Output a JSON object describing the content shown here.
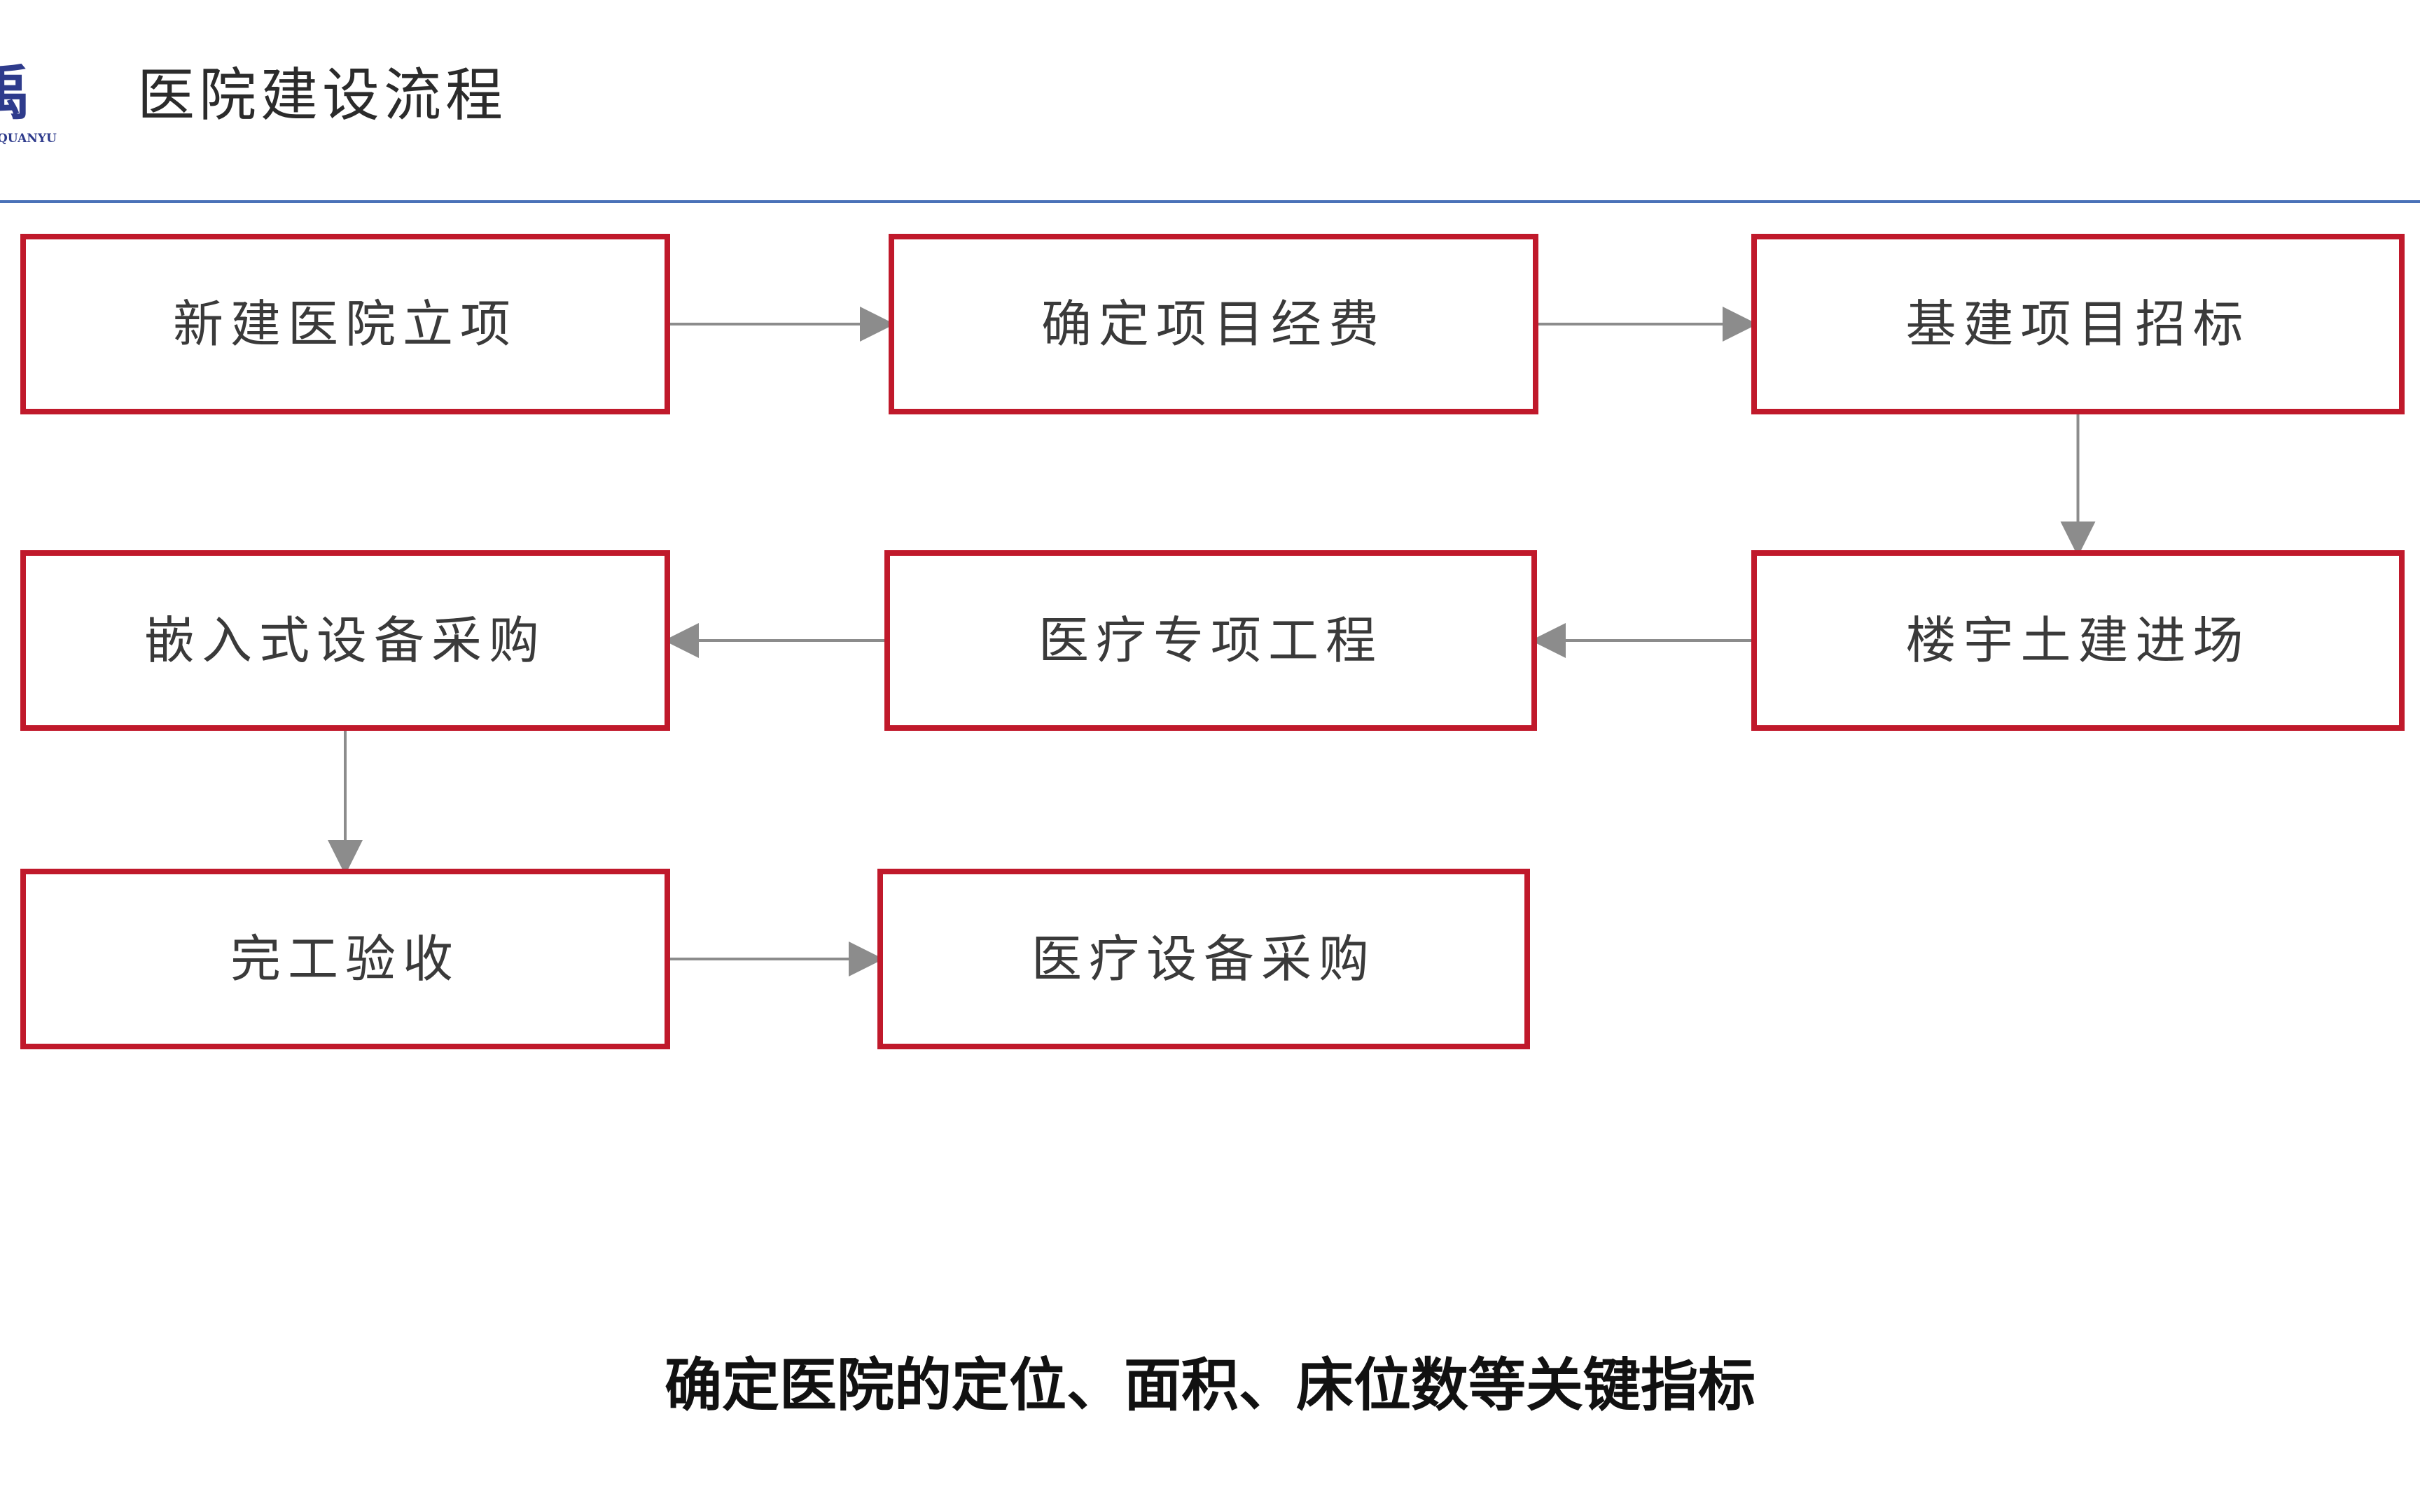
{
  "header": {
    "logo": {
      "mark": "禹",
      "sub": "QUANYU"
    },
    "title": "医院建设流程"
  },
  "flow": {
    "steps": [
      {
        "id": "s1",
        "label": "新建医院立项"
      },
      {
        "id": "s2",
        "label": "确定项目经费"
      },
      {
        "id": "s3",
        "label": "基建项目招标"
      },
      {
        "id": "s4",
        "label": "楼宇土建进场"
      },
      {
        "id": "s5",
        "label": "医疗专项工程"
      },
      {
        "id": "s6",
        "label": "嵌入式设备采购"
      },
      {
        "id": "s7",
        "label": "完工验收"
      },
      {
        "id": "s8",
        "label": "医疗设备采购"
      }
    ],
    "edges": [
      {
        "from": "s1",
        "to": "s2"
      },
      {
        "from": "s2",
        "to": "s3"
      },
      {
        "from": "s3",
        "to": "s4"
      },
      {
        "from": "s4",
        "to": "s5"
      },
      {
        "from": "s5",
        "to": "s6"
      },
      {
        "from": "s6",
        "to": "s7"
      },
      {
        "from": "s7",
        "to": "s8"
      }
    ]
  },
  "caption": "确定医院的定位、面积、床位数等关键指标",
  "colors": {
    "box_border": "#c0192b",
    "arrow": "#8c8c8c",
    "header_rule": "#4a72b8",
    "logo": "#2e3b8c"
  }
}
